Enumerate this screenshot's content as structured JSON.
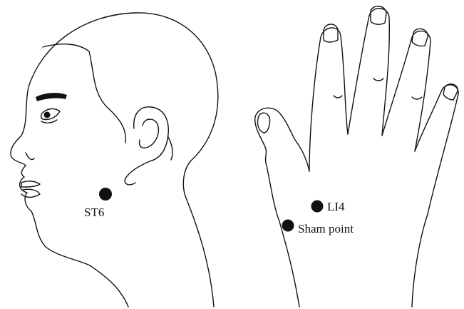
{
  "points": [
    {
      "id": "st6",
      "label": "ST6"
    },
    {
      "id": "li4",
      "label": "LI4"
    },
    {
      "id": "sham",
      "label": "Sham point"
    }
  ],
  "colors": {
    "ink": "#111111",
    "background": "#ffffff"
  }
}
